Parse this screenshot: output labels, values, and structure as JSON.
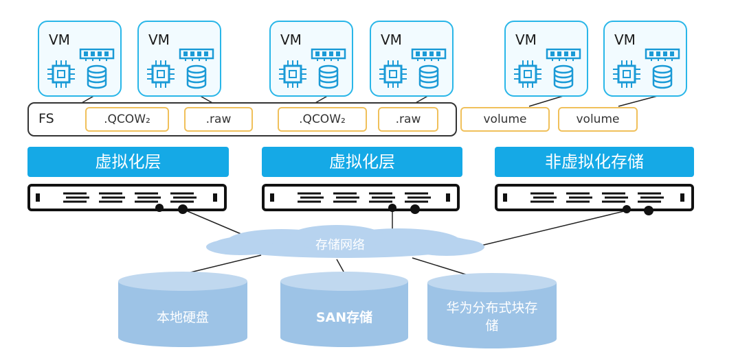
{
  "vms": [
    {
      "label": "VM"
    },
    {
      "label": "VM"
    },
    {
      "label": "VM"
    },
    {
      "label": "VM"
    },
    {
      "label": "VM"
    },
    {
      "label": "VM"
    }
  ],
  "fs": {
    "label": "FS",
    "formats": [
      ".QCOW₂",
      ".raw",
      ".QCOW₂",
      ".raw"
    ]
  },
  "volumes": [
    "volume",
    "volume"
  ],
  "layers": [
    "虚拟化层",
    "虚拟化层",
    "非虚拟化存储"
  ],
  "network": {
    "label": "存储网络"
  },
  "storage": [
    {
      "label": "本地硬盘"
    },
    {
      "label": "SAN存储"
    },
    {
      "label": "华为分布式块存储"
    }
  ],
  "colors": {
    "accent": "#15a9e6",
    "vm_border": "#29b6e8",
    "format_border": "#f0c05a",
    "disk": "#9dc3e6",
    "cloud": "#b7d3ef"
  }
}
